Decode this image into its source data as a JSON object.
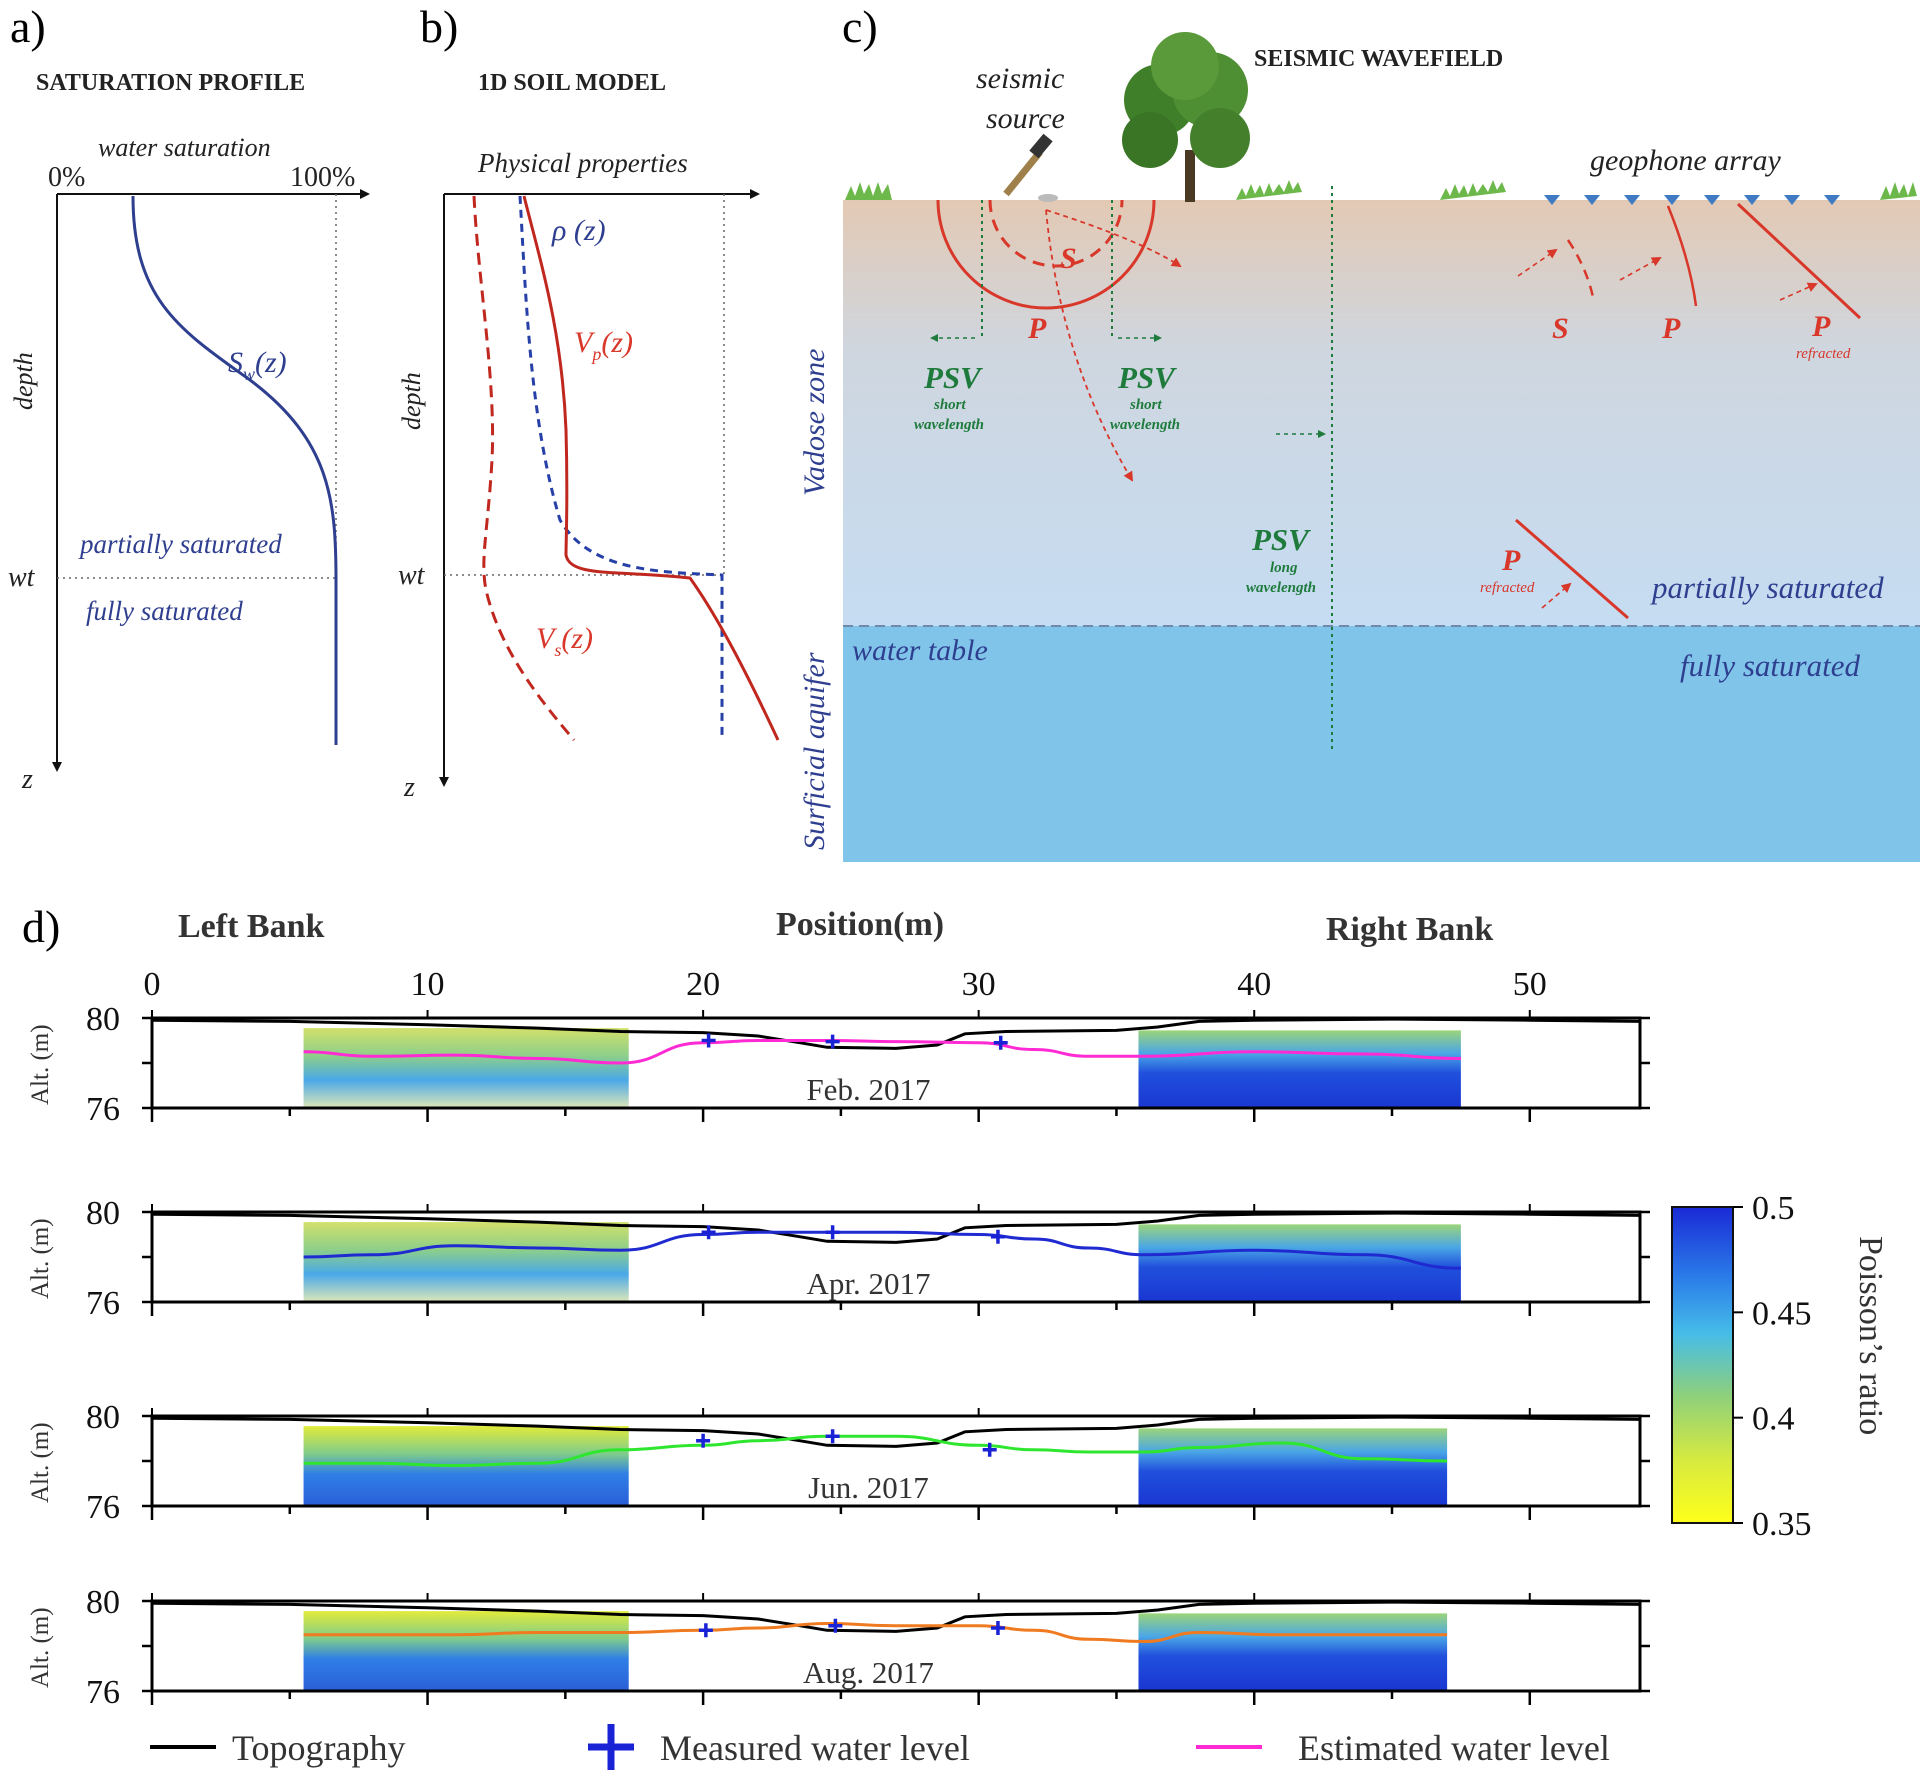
{
  "panel_a": {
    "label": "a)",
    "title": "SATURATION PROFILE",
    "x_axis_label": "water saturation",
    "x_min": "0%",
    "x_max": "100%",
    "y_label": "depth",
    "z_label": "z",
    "wt_label": "wt",
    "curve_label": "S",
    "curve_sub": "w",
    "curve_arg": "(z)",
    "partial": "partially saturated",
    "full": "fully saturated"
  },
  "panel_b": {
    "label": "b)",
    "title": "1D SOIL MODEL",
    "x_axis_label": "Physical properties",
    "y_label": "depth",
    "z_label": "z",
    "wt_label": "wt",
    "rho_label": "ρ (z)",
    "vp_main": "V",
    "vp_sub": "p",
    "vs_main": "V",
    "vs_sub": "s",
    "arg": "(z)"
  },
  "panel_c": {
    "label": "c)",
    "title": "SEISMIC WAVEFIELD",
    "source_line1": "seismic",
    "source_line2": "source",
    "geophones": "geophone array",
    "vadose": "Vadose zone",
    "aquifer": "Surficial aquifer",
    "water_table": "water table",
    "partial": "partially saturated",
    "full": "fully saturated",
    "S": "S",
    "P": "P",
    "refracted": "refracted",
    "PSV": "PSV",
    "short1": "short",
    "short2": "wavelength",
    "long1": "long",
    "long2": "wavelength"
  },
  "panel_d": {
    "label": "d)",
    "left_bank": "Left Bank",
    "position": "Position(m)",
    "right_bank": "Right Bank",
    "alt_label": "Alt. (m)",
    "x_ticks": [
      "0",
      "10",
      "20",
      "30",
      "40",
      "50"
    ],
    "y_top": "80",
    "y_bottom": "76",
    "months": [
      "Feb. 2017",
      "Apr. 2017",
      "Jun. 2017",
      "Aug. 2017"
    ],
    "colorbar_label": "Poisson’s ratio",
    "colorbar_ticks": [
      "0.5",
      "0.45",
      "0.4",
      "0.35"
    ],
    "legend": {
      "topography": "Topography",
      "measured": "Measured water level",
      "estimated": "Estimated water level"
    },
    "colors": {
      "feb": "#ff2ad4",
      "apr": "#1f2ad1",
      "jun": "#2ee62e",
      "aug": "#f07a20",
      "measured": "#1a22d6",
      "topography": "#000000"
    }
  },
  "chart_data": {
    "type": "line",
    "xlim": [
      0,
      54
    ],
    "ylim": [
      76,
      80
    ],
    "xlabel": "Position(m)",
    "ylabel": "Alt. (m)",
    "topography": {
      "x": [
        0,
        5,
        10,
        14,
        17,
        20,
        22,
        23.5,
        24.5,
        27,
        28.5,
        29.5,
        31,
        35,
        36.5,
        38,
        40,
        45,
        50,
        54
      ],
      "y": [
        79.9,
        79.85,
        79.7,
        79.55,
        79.4,
        79.35,
        79.2,
        78.9,
        78.7,
        78.65,
        78.8,
        79.3,
        79.4,
        79.45,
        79.6,
        79.85,
        79.9,
        79.95,
        79.9,
        79.85
      ]
    },
    "series": [
      {
        "name": "Feb. 2017",
        "x": [
          5.5,
          8,
          11,
          14,
          17,
          20,
          22,
          24.5,
          27,
          30,
          32,
          34,
          36,
          40,
          44,
          47.5
        ],
        "y": [
          78.5,
          78.3,
          78.35,
          78.2,
          78.0,
          78.9,
          79.0,
          79.0,
          78.95,
          78.9,
          78.6,
          78.3,
          78.3,
          78.5,
          78.4,
          78.2
        ],
        "measured": [
          [
            20.2,
            79.0
          ],
          [
            24.7,
            78.95
          ],
          [
            30.8,
            78.9
          ]
        ]
      },
      {
        "name": "Apr. 2017",
        "x": [
          5.5,
          8,
          11,
          14,
          17,
          20,
          22,
          24.5,
          27,
          30,
          32,
          34,
          36,
          40,
          44,
          47.5
        ],
        "y": [
          78.0,
          78.1,
          78.5,
          78.4,
          78.3,
          79.0,
          79.1,
          79.1,
          79.1,
          79.0,
          78.8,
          78.4,
          78.1,
          78.3,
          78.1,
          77.5
        ],
        "measured": [
          [
            20.2,
            79.1
          ],
          [
            24.7,
            79.1
          ],
          [
            30.7,
            78.9
          ]
        ]
      },
      {
        "name": "Jun. 2017",
        "x": [
          5.5,
          8,
          11,
          14,
          17,
          20,
          22,
          24.5,
          27,
          30,
          32,
          34,
          36,
          38,
          41,
          44,
          47
        ],
        "y": [
          77.9,
          77.9,
          77.8,
          77.9,
          78.5,
          78.7,
          78.9,
          79.1,
          79.1,
          78.7,
          78.5,
          78.4,
          78.4,
          78.6,
          78.8,
          78.1,
          78.0
        ],
        "measured": [
          [
            20.0,
            78.9
          ],
          [
            24.7,
            79.1
          ],
          [
            30.4,
            78.5
          ]
        ]
      },
      {
        "name": "Aug. 2017",
        "x": [
          5.5,
          8,
          11,
          14,
          17,
          20,
          22,
          24.5,
          27,
          30,
          32,
          34,
          36,
          38,
          41,
          44,
          47
        ],
        "y": [
          78.5,
          78.5,
          78.5,
          78.6,
          78.6,
          78.7,
          78.8,
          79.0,
          78.9,
          78.9,
          78.7,
          78.3,
          78.2,
          78.6,
          78.5,
          78.5,
          78.5
        ],
        "measured": [
          [
            20.1,
            78.7
          ],
          [
            24.8,
            78.9
          ],
          [
            30.7,
            78.8
          ]
        ]
      }
    ],
    "colorbar": {
      "label": "Poisson’s ratio",
      "min": 0.35,
      "max": 0.5
    }
  }
}
